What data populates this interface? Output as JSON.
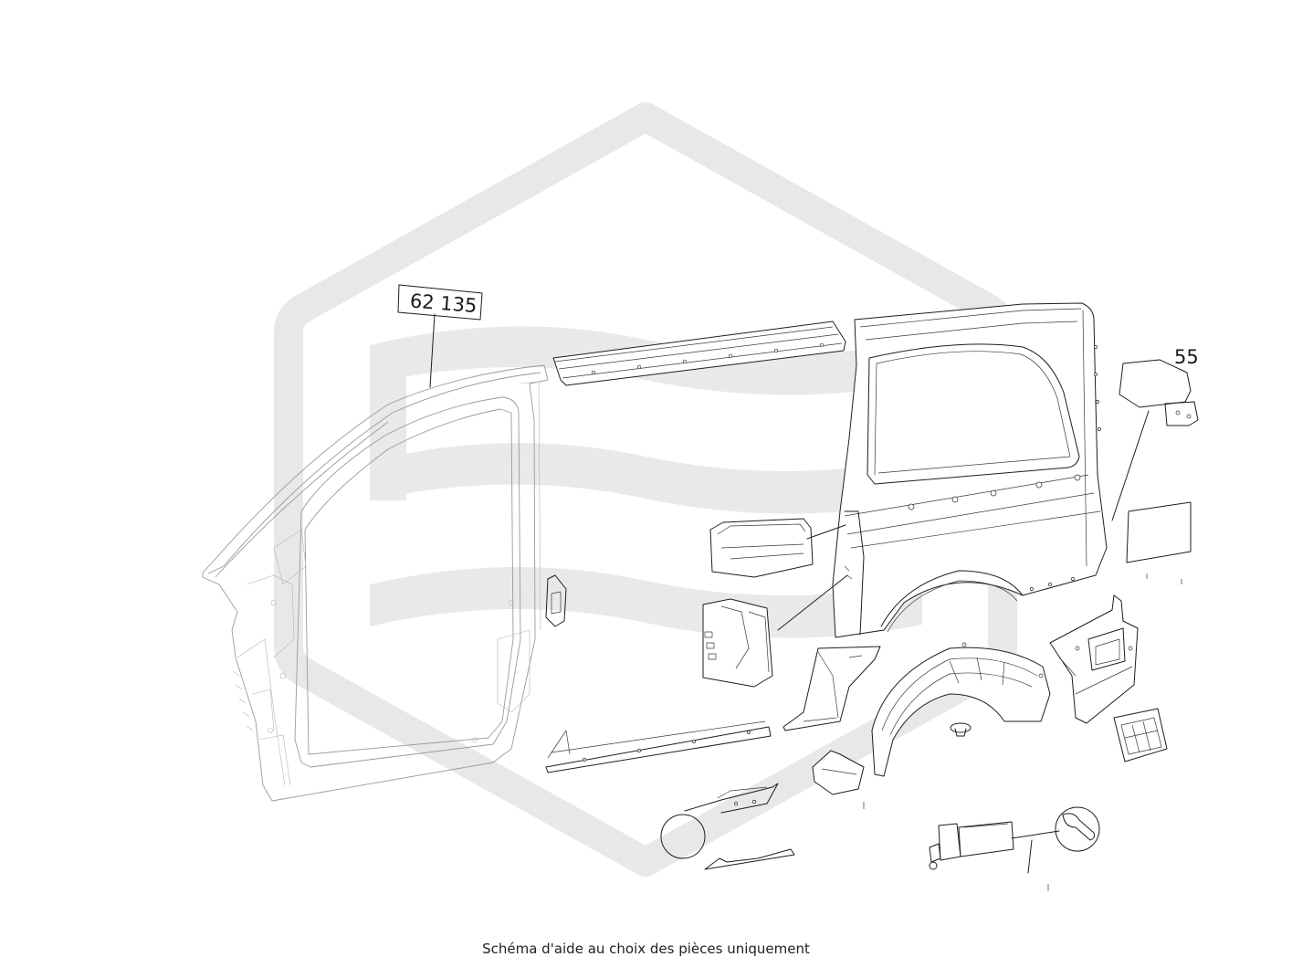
{
  "caption": "Schéma d'aide au choix des pièces uniquement",
  "callouts": [
    {
      "id": "front-side-frame",
      "label": "62 135"
    },
    {
      "id": "fuel-flap",
      "label": "55"
    }
  ],
  "watermark": {
    "type": "logo",
    "color": "#e8e8e8"
  },
  "colors": {
    "line": "#1e1e1e",
    "faded_part": "#9a9a9a",
    "background": "#ffffff"
  }
}
